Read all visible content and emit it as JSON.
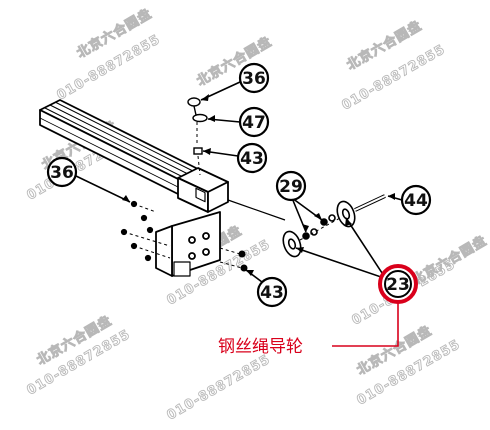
{
  "callouts": {
    "c36_top": "36",
    "c47": "47",
    "c43_top": "43",
    "c36_left": "36",
    "c29": "29",
    "c44": "44",
    "c23": "23",
    "c43_bottom": "43"
  },
  "caption": {
    "text": "钢丝绳导轮",
    "color": "#d9001b"
  },
  "watermark": {
    "name_text": "北京六合圆盘",
    "phone_text": "010-88872855"
  }
}
